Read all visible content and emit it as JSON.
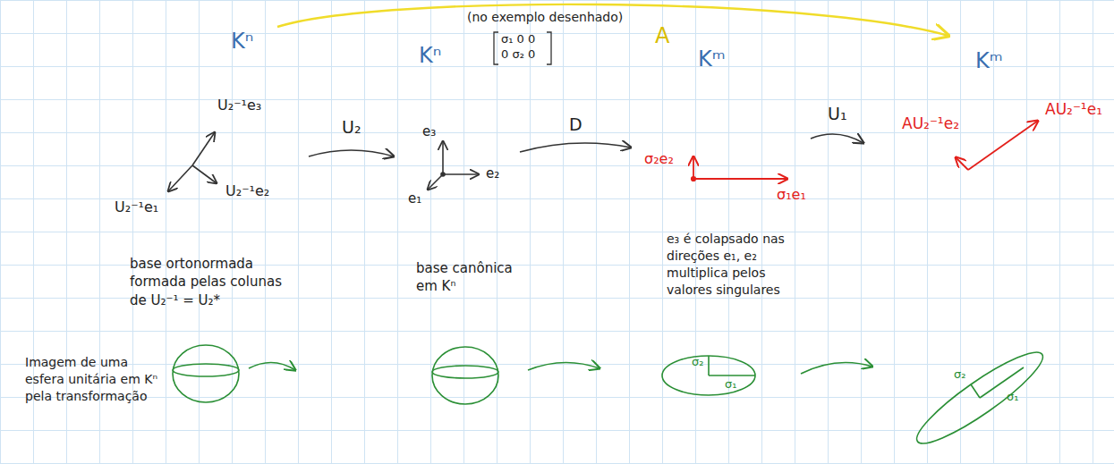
{
  "diagram": {
    "nodes": [
      {
        "text": [
          "Kⁿ",
          "base ortonormada formada pelas colunas de U₂⁻¹ = U₂*"
        ]
      },
      {
        "text": [
          "Kⁿ",
          "base canônica em Kⁿ"
        ]
      },
      {
        "text": [
          "Kᵐ",
          "e₃ é colapsado nas direções e₁, e₂ multiplica pelos valores singulares"
        ]
      },
      {
        "text": [
          "Kᵐ"
        ]
      }
    ],
    "edges": [
      {
        "from": 0,
        "to": 1,
        "label": "U₂",
        "arrow": "to"
      },
      {
        "from": 1,
        "to": 2,
        "label": "D",
        "arrow": "to"
      },
      {
        "from": 2,
        "to": 3,
        "label": "U₁",
        "arrow": "to"
      },
      {
        "from": 0,
        "to": 3,
        "label": "A",
        "arrow": "to"
      }
    ],
    "labels": [
      "(no exemplo desenhado)",
      "σ₁ 0 0",
      "0 σ₂ 0",
      "U₂⁻¹e₃",
      "U₂⁻¹e₁",
      "U₂⁻¹e₂",
      "e₃",
      "e₂",
      "e₁",
      "σ₂e₂",
      "σ₁e₁",
      "AU₂⁻¹e₂",
      "AU₂⁻¹e₁",
      "Imagem de uma esfera unitária em Kⁿ pela transformação",
      "σ₂",
      "σ₁",
      "σ₂",
      "σ₁"
    ]
  }
}
